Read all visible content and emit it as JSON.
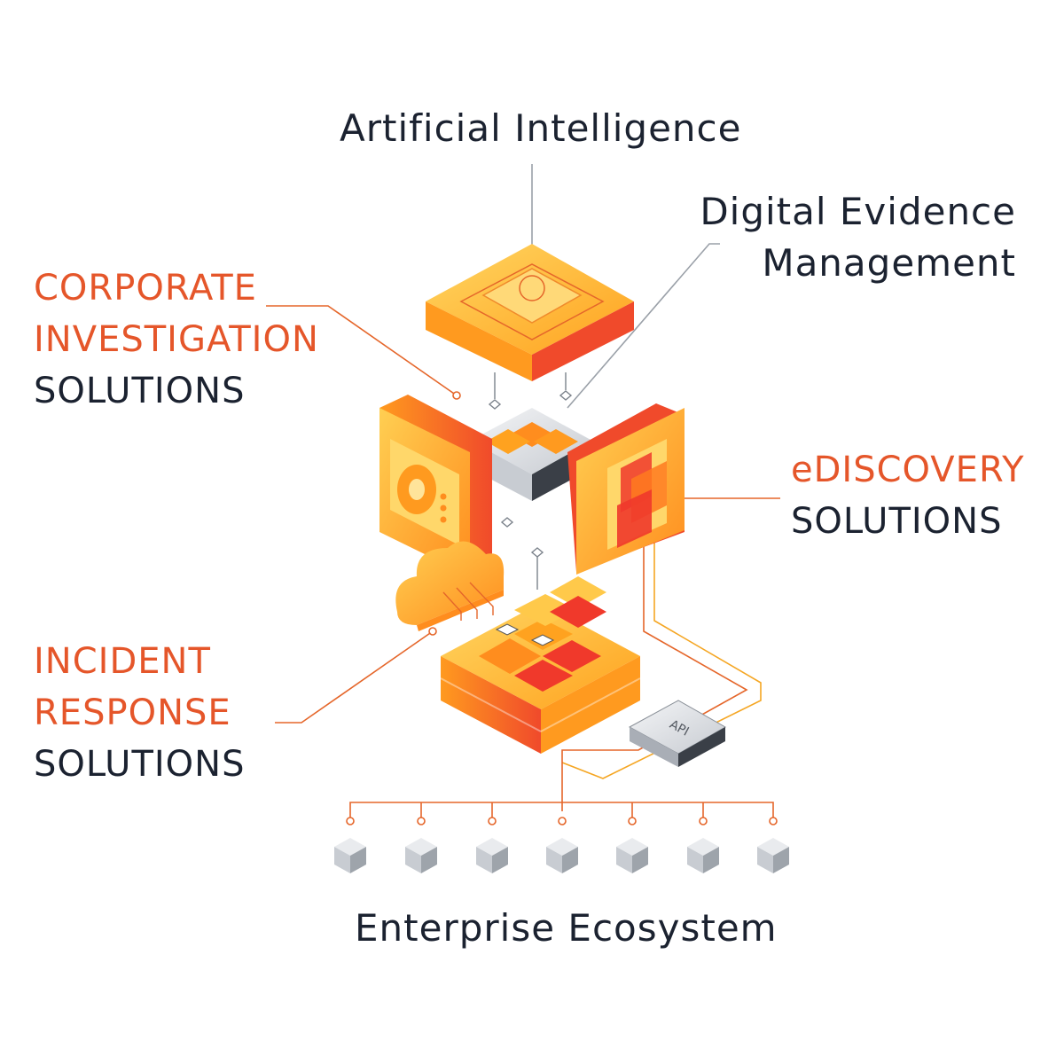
{
  "labels": {
    "ai": "Artificial Intelligence",
    "dem_line1": "Digital Evidence",
    "dem_line2": "Management",
    "corp_line1": "CORPORATE",
    "corp_line2": "INVESTIGATION",
    "corp_line3": "SOLUTIONS",
    "ediscovery_line1": "eDISCOVERY",
    "ediscovery_line2": "SOLUTIONS",
    "incident_line1": "INCIDENT",
    "incident_line2": "RESPONSE",
    "incident_line3": "SOLUTIONS",
    "api": "API",
    "ecosystem": "Enterprise Ecosystem"
  },
  "colors": {
    "accent": "#e5562a",
    "text": "#1b2230",
    "orange_light": "#ffc94a",
    "orange_mid": "#ff9a1f",
    "red": "#f0392b",
    "gray": "#c8ccd2"
  },
  "ecosystem_nodes": 7
}
